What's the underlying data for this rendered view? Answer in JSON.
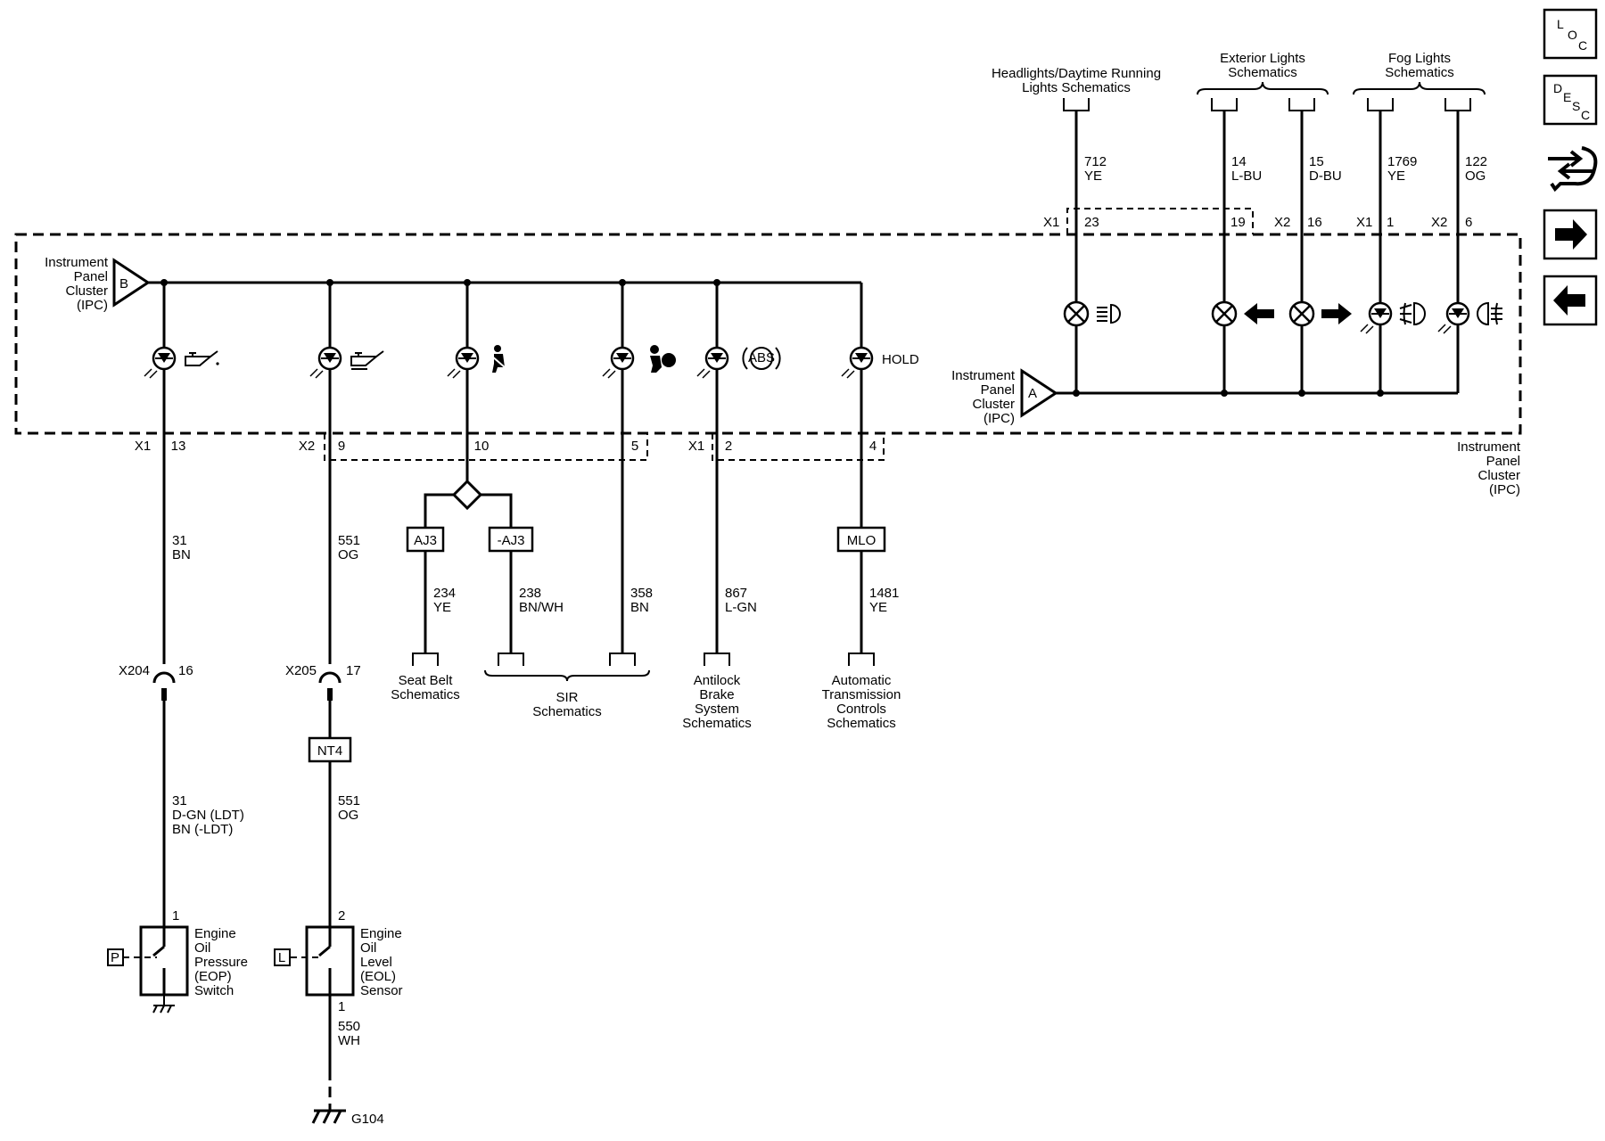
{
  "nav": {
    "loc": [
      "L",
      "O",
      "C"
    ],
    "desc": [
      "D",
      "E",
      "S",
      "C"
    ],
    "connect_icon": "route-connect-icon",
    "next_icon": "arrow-right-icon",
    "prev_icon": "arrow-left-icon"
  },
  "module": {
    "ipc_b": [
      "Instrument",
      "Panel",
      "Cluster",
      "(IPC)"
    ],
    "conn_b": "B",
    "ipc_a": [
      "Instrument",
      "Panel",
      "Cluster",
      "(IPC)"
    ],
    "conn_a": "A",
    "ipc_box": [
      "Instrument",
      "Panel",
      "Cluster",
      "(IPC)"
    ],
    "hold": "HOLD"
  },
  "top_refs": {
    "headlights": [
      "Headlights/Daytime Running",
      "Lights Schematics"
    ],
    "exterior": [
      "Exterior Lights",
      "Schematics"
    ],
    "fog": [
      "Fog Lights",
      "Schematics"
    ]
  },
  "top_circuits": [
    {
      "conn": "X1",
      "pin": "23",
      "circuit": "712",
      "color": "YE"
    },
    {
      "pin": "19",
      "circuit": "14",
      "color": "L-BU"
    },
    {
      "conn": "X2",
      "pin": "16",
      "circuit": "15",
      "color": "D-BU"
    },
    {
      "conn": "X1",
      "pin": "1",
      "circuit": "1769",
      "color": "YE"
    },
    {
      "conn": "X2",
      "pin": "6",
      "circuit": "122",
      "color": "OG"
    }
  ],
  "bottom_pins": [
    {
      "conn": "X1",
      "pin": "13"
    },
    {
      "conn": "X2",
      "pin": "9"
    },
    {
      "pin": "10"
    },
    {
      "pin": "5"
    },
    {
      "conn": "X1",
      "pin": "2"
    },
    {
      "pin": "4"
    }
  ],
  "circuits": [
    {
      "circuit": "31",
      "color": "BN"
    },
    {
      "circuit": "551",
      "color": "OG"
    },
    {
      "circuit": "234",
      "color": "YE"
    },
    {
      "circuit": "238",
      "color": "BN/WH"
    },
    {
      "circuit": "358",
      "color": "BN"
    },
    {
      "circuit": "867",
      "color": "L-GN"
    },
    {
      "circuit": "1481",
      "color": "YE"
    }
  ],
  "options": {
    "aj3": "AJ3",
    "not_aj3": "-AJ3",
    "mlo": "MLO",
    "nt4": "NT4"
  },
  "refs": {
    "seat_belt": [
      "Seat Belt",
      "Schematics"
    ],
    "sir": [
      "SIR",
      "Schematics"
    ],
    "abs": [
      "Antilock",
      "Brake",
      "System",
      "Schematics"
    ],
    "trans": [
      "Automatic",
      "Transmission",
      "Controls",
      "Schematics"
    ]
  },
  "inline": {
    "x204": {
      "conn": "X204",
      "pin": "16"
    },
    "x205": {
      "conn": "X205",
      "pin": "17"
    }
  },
  "lower_wires": {
    "eop": {
      "circuit": "31",
      "lines": [
        "D-GN (LDT)",
        "BN (-LDT)"
      ]
    },
    "eol": {
      "circuit": "551",
      "color": "OG"
    }
  },
  "components": {
    "eop": {
      "pin": "1",
      "label": [
        "Engine",
        "Oil",
        "Pressure",
        "(EOP)",
        "Switch"
      ],
      "tag": "P"
    },
    "eol": {
      "pin_top": "2",
      "pin_bottom": "1",
      "label": [
        "Engine",
        "Oil",
        "Level",
        "(EOL)",
        "Sensor"
      ],
      "tag": "L"
    }
  },
  "ground": {
    "circuit": "550",
    "color": "WH",
    "name": "G104"
  }
}
